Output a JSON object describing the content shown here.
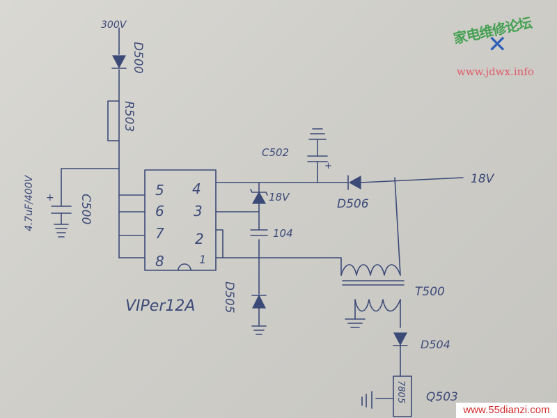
{
  "labels": {
    "v300": "300V",
    "d500": "D500",
    "r503": "R503",
    "c500_rating": "4.7uF/400V",
    "c500": "C500",
    "c502": "C502",
    "v18_out": "18V",
    "zener_18v": "18V",
    "d506": "D506",
    "cap_104": "104",
    "t500": "T500",
    "d504": "D504",
    "d505": "D505",
    "ic_name": "VIPer12A",
    "q503_part": "7805",
    "q503": "Q503"
  },
  "ic_pins": {
    "p5": "5",
    "p6": "6",
    "p7": "7",
    "p8": "8",
    "p4": "4",
    "p3": "3",
    "p2": "2",
    "p1": "1"
  },
  "polarity": {
    "plus": "+"
  },
  "watermarks": {
    "site_cn": "家电维修论坛",
    "site_url": "www.jdwx.info",
    "tool_glyph": "✕",
    "bottom_url": "www.55dianzi.com"
  },
  "colors": {
    "ink": "#3c4a78",
    "paper": "#d4d3ce",
    "wm_green": "#2f9a3f",
    "wm_red": "#e05a6a",
    "wm_blue": "#2f5fb8"
  }
}
